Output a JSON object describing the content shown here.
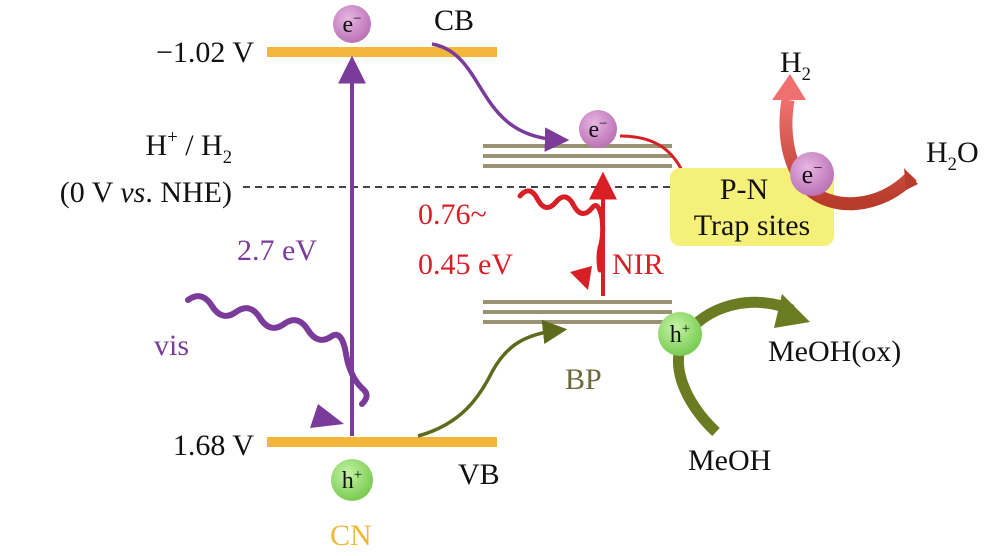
{
  "labels": {
    "cb_potential": "−1.02 V",
    "vb_potential": "1.68 V",
    "cb": "CB",
    "vb": "VB",
    "cn": "CN",
    "bp": "BP",
    "h_plus": "H",
    "h_plus_sup": "+",
    "slash_h": " / H",
    "h2_sub": "2",
    "reference_open": "(0 V ",
    "reference_vs": "vs",
    "reference_close": ". NHE)",
    "bandgap_cn": "2.7 eV",
    "bandgap_bp_1": "0.76~",
    "bandgap_bp_2": "0.45 eV",
    "nir": "NIR",
    "vis": "vis",
    "trap_1": "P-N",
    "trap_2": "Trap sites",
    "h2_product": "H",
    "h2_product_sub": "2",
    "h2o": "H",
    "h2o_sub": "2",
    "h2o_o": "O",
    "meoh_ox": "MeOH(ox)",
    "meoh": "MeOH",
    "electron": "e",
    "electron_sup": "−",
    "hole": "h",
    "hole_sup": "+"
  },
  "colors": {
    "cn_band": "#f2b73a",
    "bp_band": "#9a9373",
    "purple": "#7b3b9a",
    "red": "#d81f26",
    "olive": "#5e6b1c",
    "electron_fill": "#c985c4",
    "hole_fill": "#8fd96b",
    "trap_fill": "#f4f07a",
    "product_arrow": "#e05a5a"
  }
}
